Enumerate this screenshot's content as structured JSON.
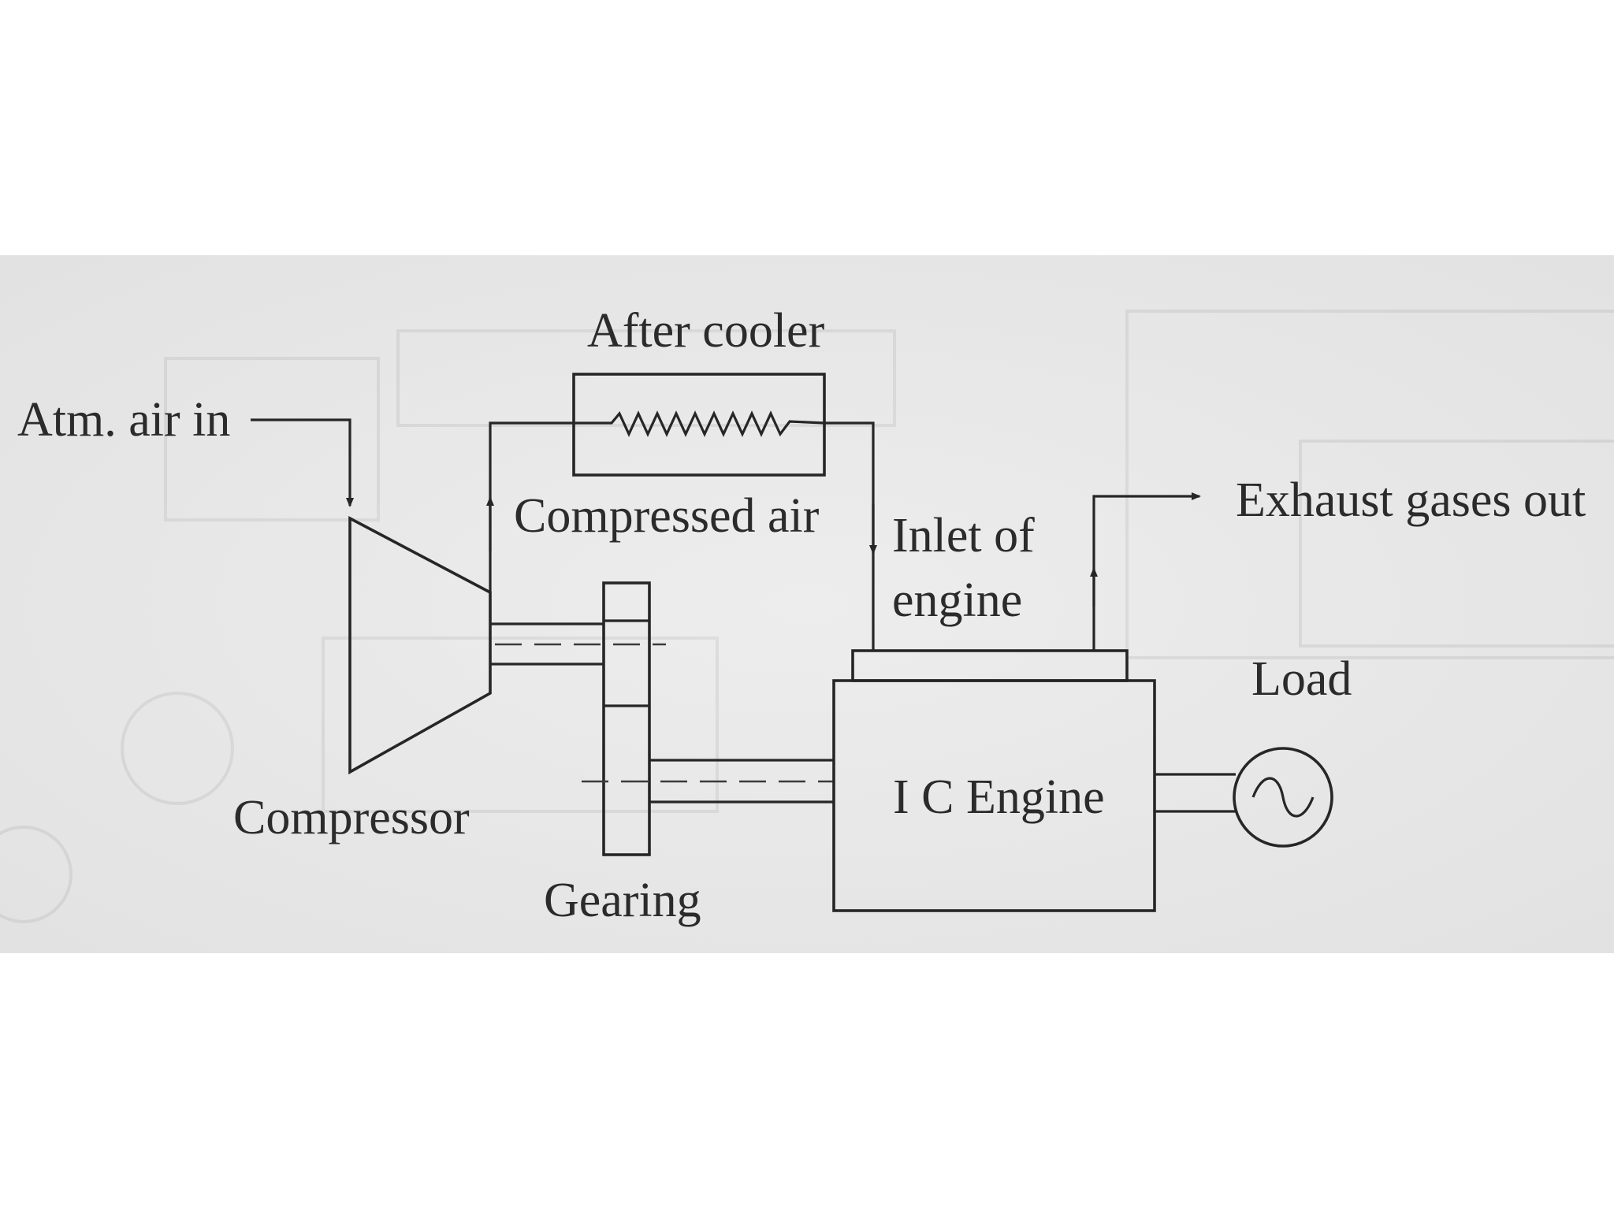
{
  "diagram": {
    "labels": {
      "atm_air_in": "Atm. air in",
      "after_cooler": "After cooler",
      "compressed_air": "Compressed air",
      "inlet_of": "Inlet of",
      "engine": "engine",
      "exhaust_gases_out": "Exhaust gases out",
      "load": "Load",
      "ic_engine": "I C Engine",
      "compressor": "Compressor",
      "gearing": "Gearing"
    },
    "colors": {
      "paper": "#ebebeb",
      "ink": "#262626"
    }
  }
}
